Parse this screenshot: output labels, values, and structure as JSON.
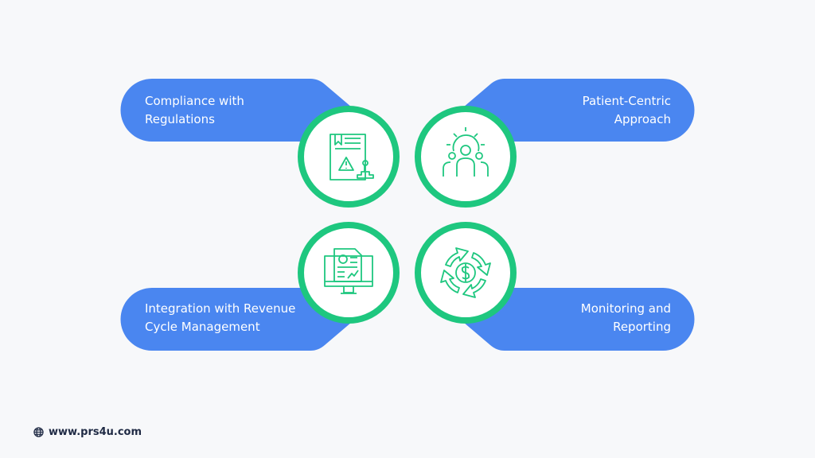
{
  "colors": {
    "pill": "#4a86f0",
    "ring": "#1ec77f",
    "background": "#f7f8fa"
  },
  "items": [
    {
      "line1": "Compliance with",
      "line2": "Regulations",
      "icon": "document-warning-stamp-icon"
    },
    {
      "line1": "Patient-Centric",
      "line2": "Approach",
      "icon": "gear-people-icon"
    },
    {
      "line1": "Integration with Revenue",
      "line2": "Cycle Management",
      "icon": "monitor-report-icon"
    },
    {
      "line1": "Monitoring and",
      "line2": "Reporting",
      "icon": "dollar-cycle-icon"
    }
  ],
  "footer": {
    "url": "www.prs4u.com",
    "icon": "globe-icon"
  }
}
